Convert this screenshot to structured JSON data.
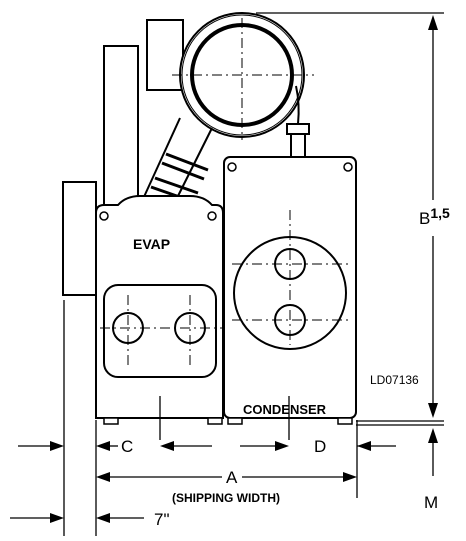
{
  "drawing": {
    "evap_label": "EVAP",
    "condenser_label": "CONDENSER",
    "dim_a": "A",
    "dim_a_note": "(SHIPPING WIDTH)",
    "dim_b": "B",
    "dim_b_sup": "1,5",
    "dim_c": "C",
    "dim_d": "D",
    "dim_m": "M",
    "dim_offset": "7\"",
    "ref_code": "LD07136"
  }
}
